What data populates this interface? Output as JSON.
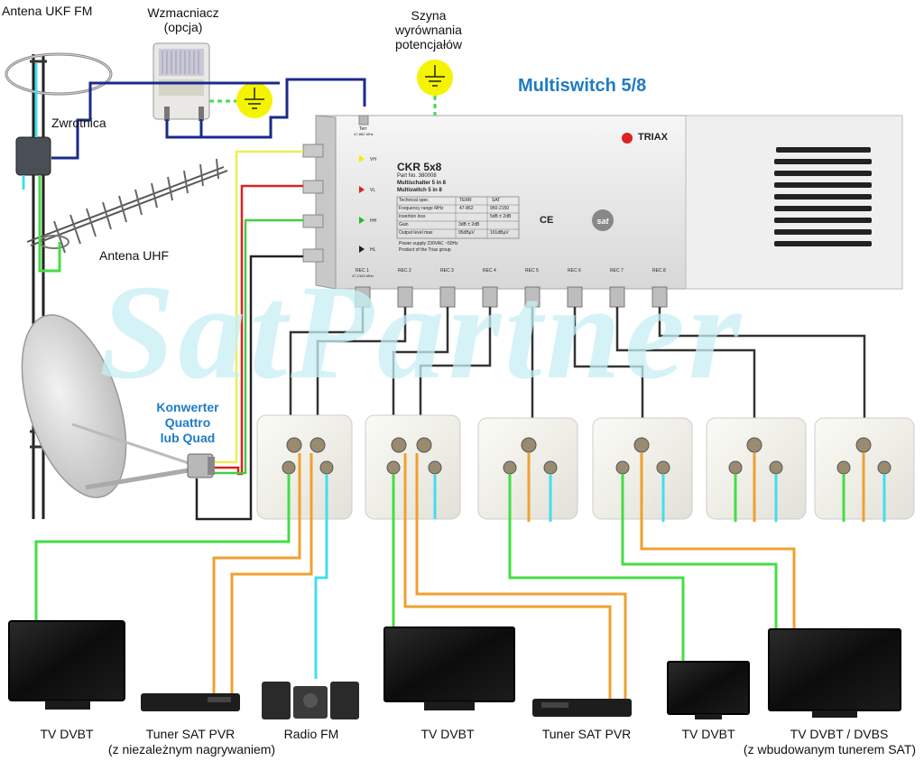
{
  "title": "Multiswitch 5/8",
  "watermark": "SatPartner",
  "labels": {
    "antenna_fm": "Antena UKF FM",
    "amplifier": "Wzmacniacz",
    "amplifier_sub": "(opcja)",
    "busbar_1": "Szyna",
    "busbar_2": "wyrównania",
    "busbar_3": "potencjałów",
    "diplexer": "Zwrotnica",
    "antenna_uhf": "Antena UHF",
    "converter_1": "Konwerter",
    "converter_2": "Quattro",
    "converter_3": "lub Quad"
  },
  "multiswitch": {
    "brand": "TRIAX",
    "model": "CKR 5x8",
    "part_no": "Part No. 380008",
    "line1": "Multischalter 5 in 8",
    "line2": "Multiswitch 5 in 8",
    "spec_headers": [
      "Technical spec",
      "TERR",
      "SAT"
    ],
    "spec_rows": [
      [
        "Frequency range   MHz",
        "47-862",
        "950-2150"
      ],
      [
        "Insertion loss",
        "",
        "5dB ± 2dB"
      ],
      [
        "Gain",
        "3dB ± 2dB",
        ""
      ],
      [
        "Output level max",
        "95dBµV",
        "101dBµV"
      ]
    ],
    "power": "Power supply 230VAC ~50Hz",
    "product_of": "Product of the Triax group",
    "marks": "CE",
    "sat_logo": "sat",
    "terr_label": "Terr",
    "terr_freq": "47-862 MHz",
    "inputs": [
      "VH",
      "VL",
      "HH",
      "HL"
    ],
    "outputs": [
      "REC 1",
      "REC 2",
      "REC 3",
      "REC 4",
      "REC 5",
      "REC 6",
      "REC 7",
      "REC 8"
    ],
    "output_freq": "47-2150 MHz"
  },
  "devices": [
    {
      "name": "TV DVBT",
      "sub": ""
    },
    {
      "name": "Tuner SAT PVR",
      "sub": "(z niezależnym nagrywaniem)"
    },
    {
      "name": "Radio FM",
      "sub": ""
    },
    {
      "name": "TV DVBT",
      "sub": ""
    },
    {
      "name": "Tuner SAT PVR",
      "sub": ""
    },
    {
      "name": "TV DVBT",
      "sub": ""
    },
    {
      "name": "TV DVBT / DVBS",
      "sub": "(z wbudowanym tunerem SAT)"
    }
  ],
  "colors": {
    "title": "#1e7cc4",
    "cable_sat": "#f0a030",
    "cable_tv": "#44dd44",
    "cable_fm": "#44ddee",
    "cable_navy": "#1a2a8a",
    "cable_dark": "#333333",
    "ground": "#f4f400",
    "watermark": "#c7f0f5"
  }
}
